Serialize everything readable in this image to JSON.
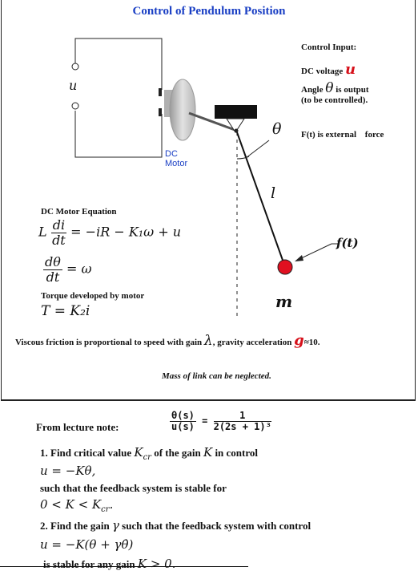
{
  "title": "Control of Pendulum Position",
  "right_notes": {
    "control_input": "Control Input:",
    "dc_voltage": "DC voltage",
    "u_symbol": "u",
    "angle": "Angle",
    "theta_symbol": "θ",
    "is_output": "is output",
    "to_be_controlled": "(to be controlled).",
    "external_force": "F(t) is external",
    "force": "force"
  },
  "diagram": {
    "u_label": "u",
    "motor_label_1": "DC",
    "motor_label_2": "Motor",
    "theta_label": "θ",
    "l_label": "l",
    "ft_label": "f(t)",
    "m_label": "m"
  },
  "equations": {
    "header": "DC Motor Equation",
    "eq1_left_L": "L",
    "eq1_num": "di",
    "eq1_den": "dt",
    "eq1_rhs": "= −iR − K₁ω + u",
    "eq2_num": "dθ",
    "eq2_den": "dt",
    "eq2_rhs": "= ω",
    "torque_header": "Torque developed by motor",
    "torque_eq": "T = K₂i"
  },
  "friction_note_1": "Viscous friction is proportional to speed with gain",
  "lambda_symbol": "λ",
  "friction_note_2": ", gravity acceleration",
  "g_symbol": "g",
  "friction_note_3": "≈10.",
  "mass_note": "Mass of link can be neglected.",
  "lecture": {
    "label": "From lecture note:",
    "tf_num": "θ(s)",
    "tf_den": "u(s)",
    "tf_eq": "=",
    "rhs_num": "1",
    "rhs_den": "2(2s + 1)³"
  },
  "questions": {
    "q1_text_a": "1. Find critical value",
    "q1_kcr": "K",
    "q1_kcr_sub": "cr",
    "q1_text_b": "of the gain",
    "q1_k": "K",
    "q1_text_c": "in control",
    "q1_law": "u = −Kθ,",
    "q1_stable": "such that the feedback system is stable for",
    "q1_range": "0 < K < K",
    "q1_range_sub": "cr",
    "q1_range_end": ".",
    "q2_text_a": "2. Find the gain",
    "q2_gamma": "γ",
    "q2_text_b": "such that the feedback system with control",
    "q2_law": "u = −K(θ + γθ̇)",
    "q2_stable_a": "is stable for any gain",
    "q2_stable_k": "K > 0."
  }
}
